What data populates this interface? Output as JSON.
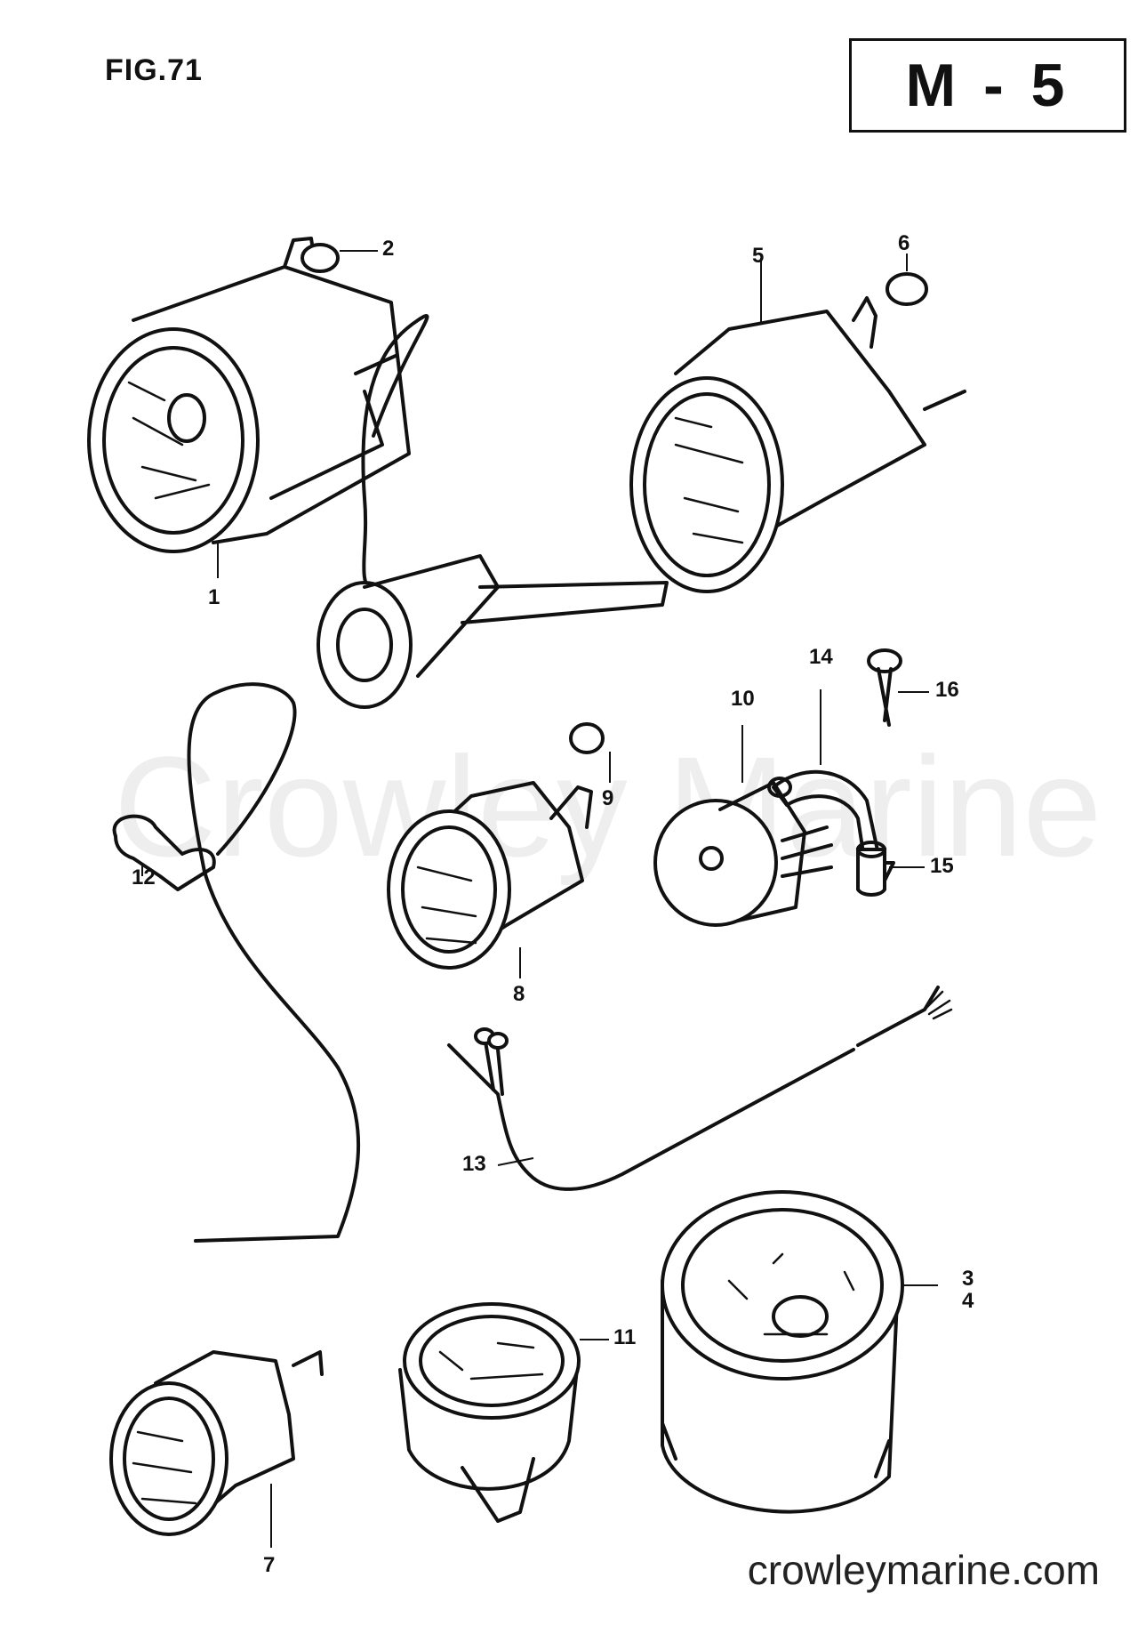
{
  "figure": {
    "title": "FIG.71",
    "section_code": "M - 5"
  },
  "watermark": "Crowley Marine",
  "site": "crowleymarine.com",
  "callouts": [
    {
      "id": "c1",
      "text": "1"
    },
    {
      "id": "c2",
      "text": "2"
    },
    {
      "id": "c34",
      "text": "3\n4"
    },
    {
      "id": "c5",
      "text": "5"
    },
    {
      "id": "c6",
      "text": "6"
    },
    {
      "id": "c7",
      "text": "7"
    },
    {
      "id": "c8",
      "text": "8"
    },
    {
      "id": "c9",
      "text": "9"
    },
    {
      "id": "c10",
      "text": "10"
    },
    {
      "id": "c11",
      "text": "11"
    },
    {
      "id": "c12",
      "text": "12"
    },
    {
      "id": "c13",
      "text": "13"
    },
    {
      "id": "c14",
      "text": "14"
    },
    {
      "id": "c15",
      "text": "15"
    },
    {
      "id": "c16",
      "text": "16"
    }
  ]
}
